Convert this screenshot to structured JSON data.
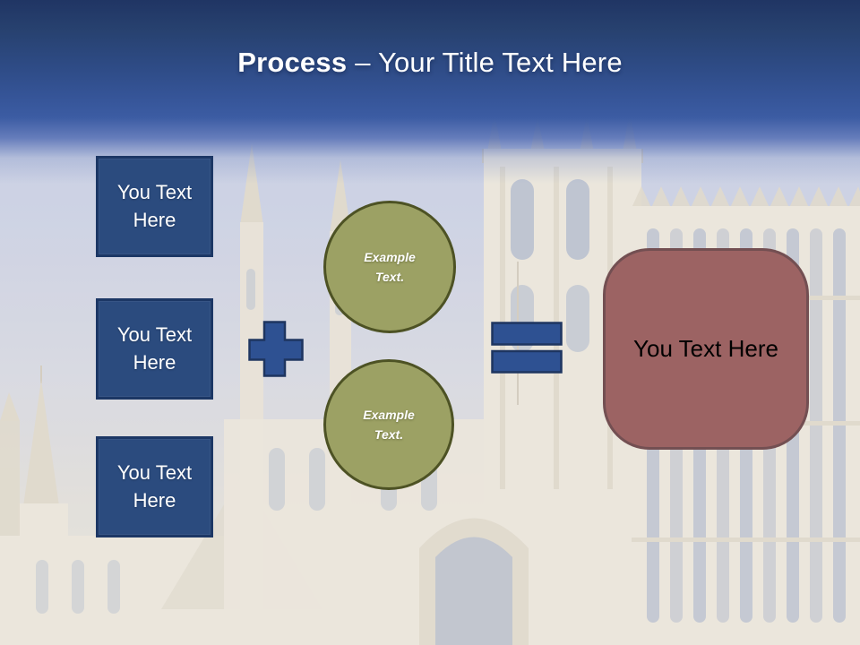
{
  "title": {
    "prefix": "Process",
    "rest": "– Your Title Text Here"
  },
  "input_boxes": [
    {
      "label": "You Text Here"
    },
    {
      "label": "You Text Here"
    },
    {
      "label": "You Text Here"
    }
  ],
  "example_circles": [
    {
      "label": "Example Text."
    },
    {
      "label": "Example Text."
    }
  ],
  "icons": {
    "plus": "plus-icon",
    "equals": "equals-icon"
  },
  "result_box": {
    "label": "You Text Here"
  },
  "background": {
    "description": "faded gothic cathedral photo"
  },
  "colors": {
    "header_top": "#203564",
    "header_mid": "#355497",
    "box_fill": "#2B4B7E",
    "box_border": "#1C3765",
    "operator_fill": "#2E5192",
    "operator_border": "#1E3560",
    "circle_fill": "#9CA164",
    "circle_border": "#4D5224",
    "result_fill": "#9C6363",
    "result_border": "#734F52",
    "title_text": "#FFFFFF",
    "result_text": "#000000"
  }
}
